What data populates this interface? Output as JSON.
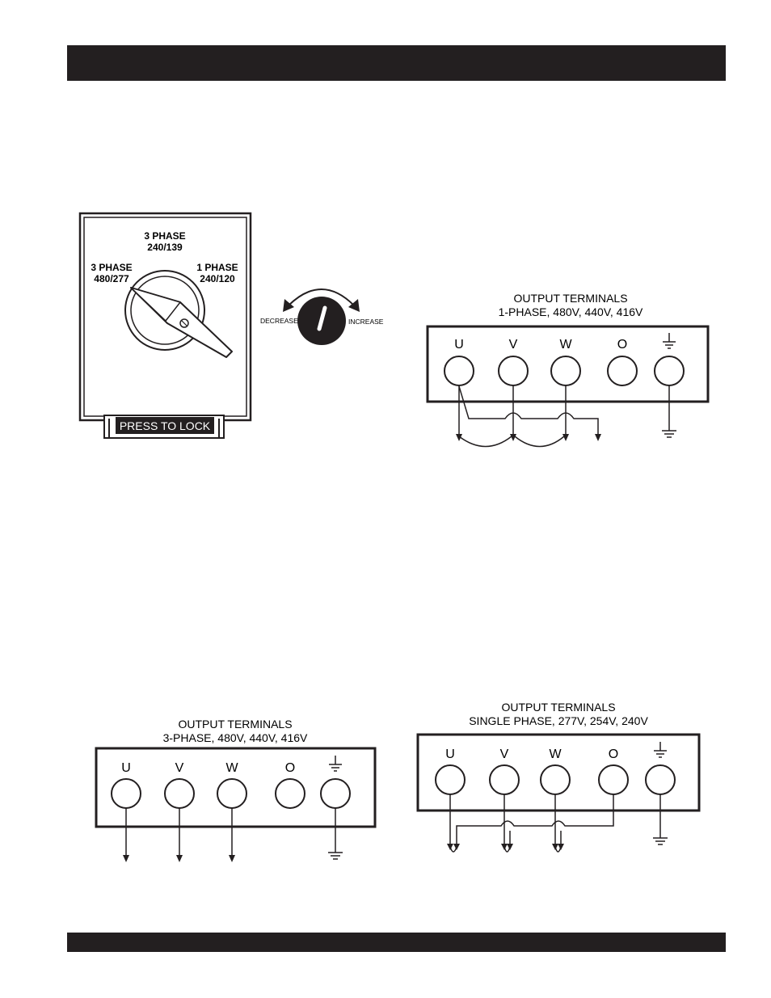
{
  "colors": {
    "ink": "#231f20",
    "paper": "#ffffff"
  },
  "selector": {
    "top_label_line1": "3 PHASE",
    "top_label_line2": "240/139",
    "left_label_line1": "3 PHASE",
    "left_label_line2": "480/277",
    "right_label_line1": "1 PHASE",
    "right_label_line2": "240/120",
    "lock_label": "PRESS TO LOCK"
  },
  "knob": {
    "decrease_label": "DECREASE",
    "increase_label": "INCREASE"
  },
  "terminals_1ph": {
    "title_line1": "OUTPUT TERMINALS",
    "title_line2": "1-PHASE, 480V, 440V, 416V",
    "labels": [
      "U",
      "V",
      "W",
      "O"
    ]
  },
  "terminals_3ph": {
    "title_line1": "OUTPUT TERMINALS",
    "title_line2": "3-PHASE, 480V, 440V, 416V",
    "labels": [
      "U",
      "V",
      "W",
      "O"
    ]
  },
  "terminals_single": {
    "title_line1": "OUTPUT TERMINALS",
    "title_line2": "SINGLE PHASE, 277V, 254V, 240V",
    "labels": [
      "U",
      "V",
      "W",
      "O"
    ]
  }
}
